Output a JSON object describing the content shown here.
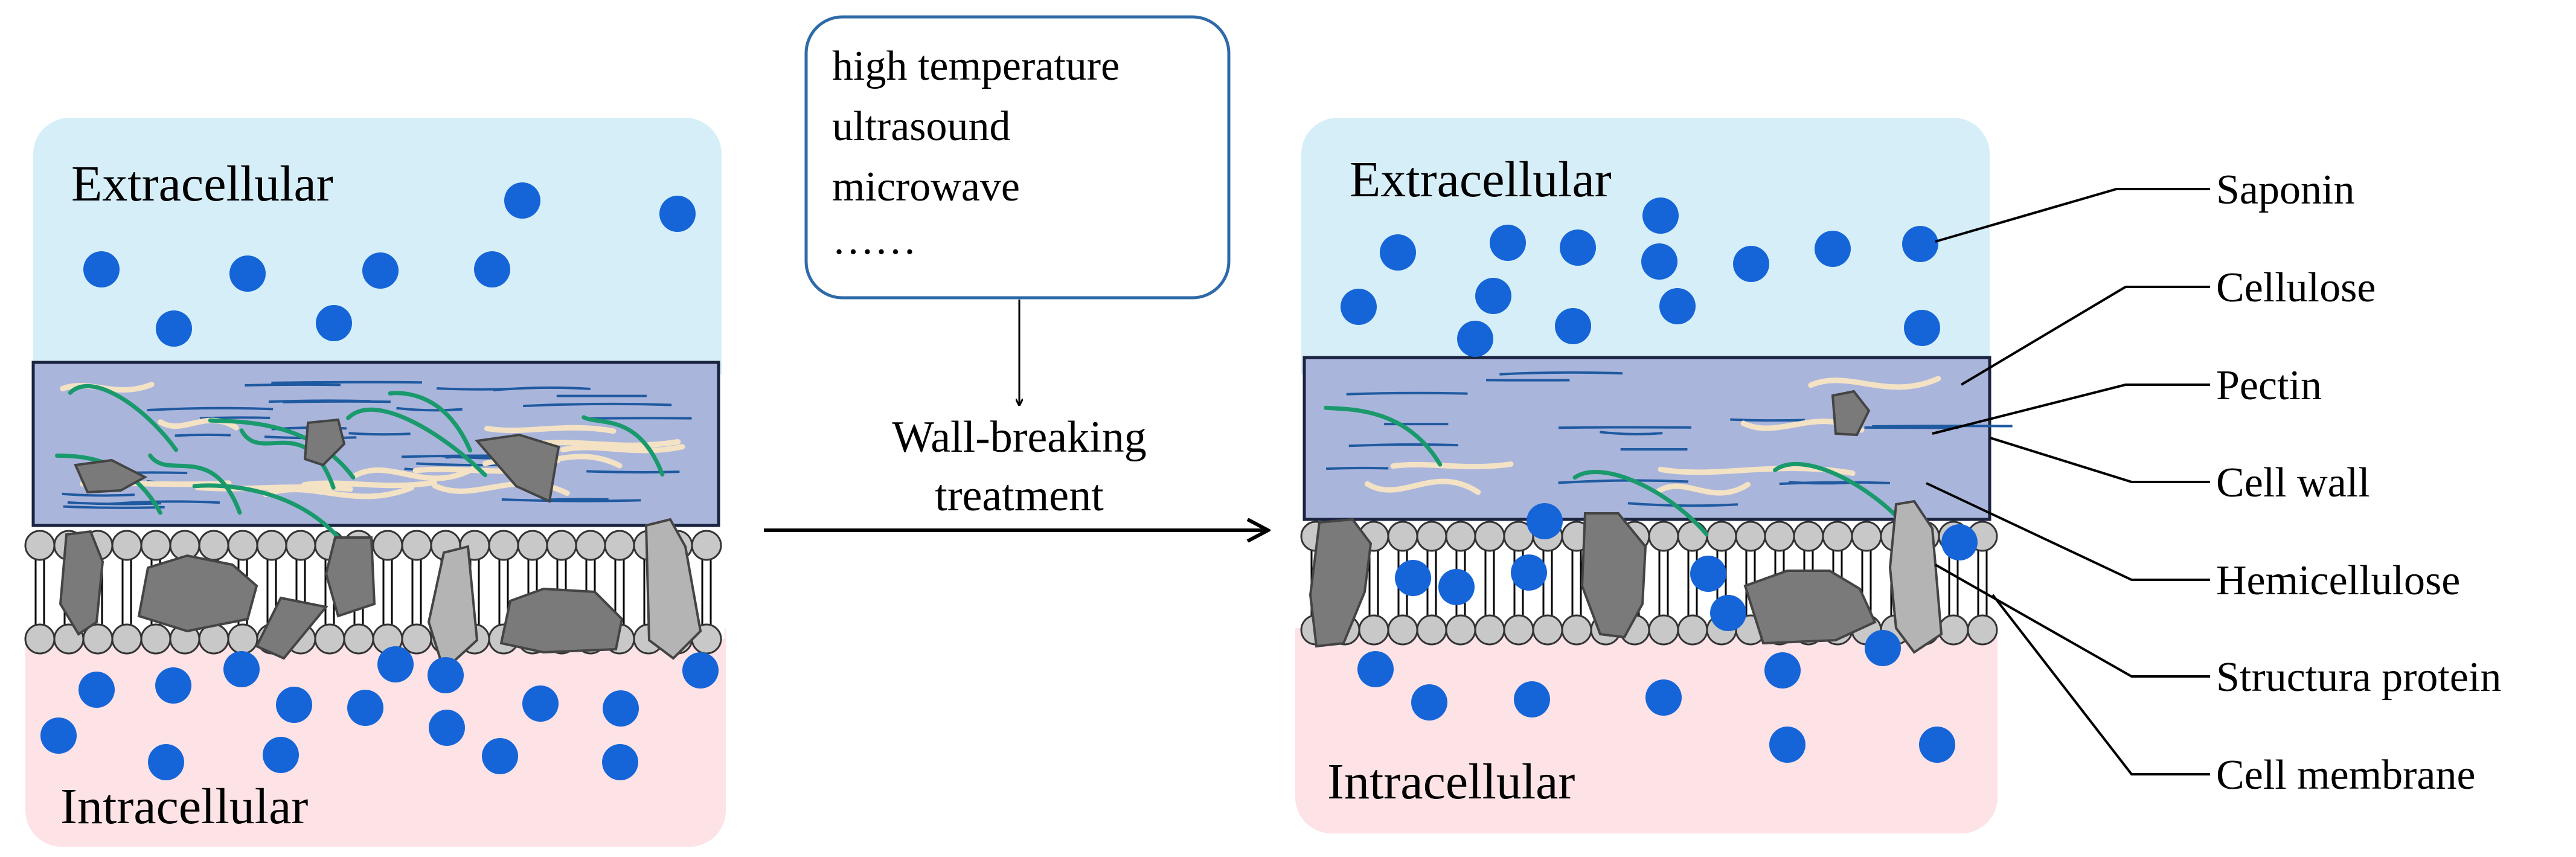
{
  "left_panel": {
    "extracellular_label": "Extracellular",
    "intracellular_label": "Intracellular"
  },
  "right_panel": {
    "extracellular_label": "Extracellular",
    "intracellular_label": "Intracellular"
  },
  "treatment_box": {
    "lines": [
      "high temperature",
      "ultrasound",
      "microwave",
      "……"
    ]
  },
  "arrow_label": {
    "line1": "Wall-breaking",
    "line2": "treatment"
  },
  "legend": {
    "saponin": "Saponin",
    "cellulose": "Cellulose",
    "pectin": "Pectin",
    "cell_wall": "Cell wall",
    "hemicellulose": "Hemicellulose",
    "structura_protein": "Structura protein",
    "cell_membrane": "Cell membrane"
  },
  "colors": {
    "extracellular_bg": "#d6eef8",
    "intracellular_bg": "#fde2e6",
    "cell_wall_bg": "#aab5dc",
    "cell_wall_border": "#1a2340",
    "saponin": "#1565d8",
    "cellulose_line": "#1f5aa0",
    "pectin_fiber": "#f3e2c4",
    "hemicellulose_fiber": "#1a9a6c",
    "protein_dark": "#7a7a7a",
    "protein_light": "#b4b4b4",
    "lipid_head": "#c8c8c8",
    "box_border": "#2f6aa8"
  },
  "icons": [
    "right-arrow-icon",
    "down-arrow-icon"
  ]
}
